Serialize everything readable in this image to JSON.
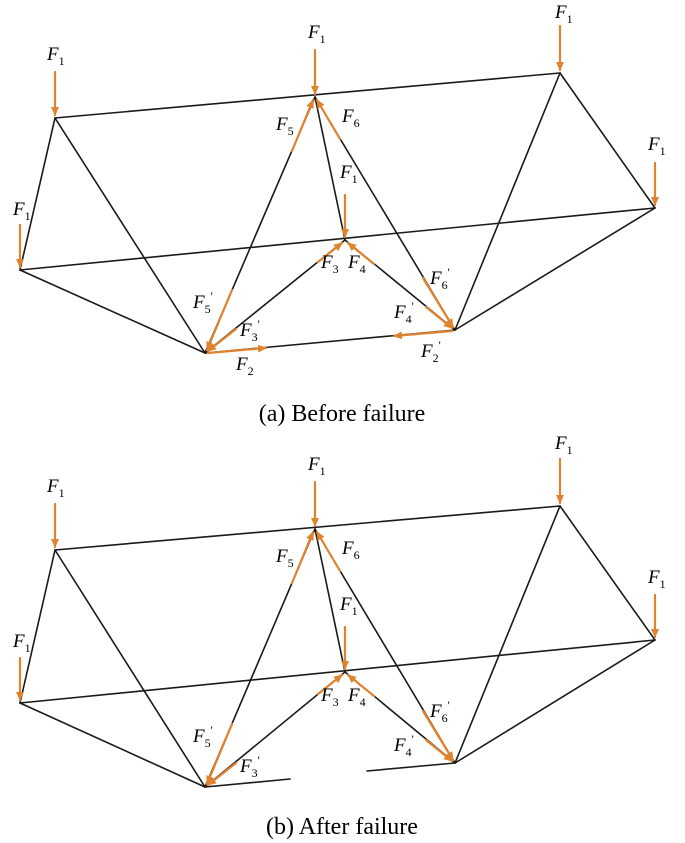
{
  "colors": {
    "members": "#1a1a1a",
    "forces": "#e0832f",
    "background": "#ffffff"
  },
  "panels": [
    {
      "id": "a",
      "caption": "(a) Before failure",
      "failed": false,
      "labels": {
        "F1": "F",
        "F1_sub": "1",
        "F2": "F",
        "F2_sub": "2",
        "F2p": "F",
        "F2p_sub": "2",
        "F2p_sup": "'",
        "F3": "F",
        "F3_sub": "3",
        "F3p": "F",
        "F3p_sub": "3",
        "F3p_sup": "'",
        "F4": "F",
        "F4_sub": "4",
        "F4p": "F",
        "F4p_sub": "4",
        "F4p_sup": "'",
        "F5": "F",
        "F5_sub": "5",
        "F5p": "F",
        "F5p_sub": "5",
        "F5p_sup": "'",
        "F6": "F",
        "F6_sub": "6",
        "F6p": "F",
        "F6p_sub": "6",
        "F6p_sup": "'"
      }
    },
    {
      "id": "b",
      "caption": "(b) After failure",
      "failed": true,
      "labels": {
        "F1": "F",
        "F1_sub": "1",
        "F3": "F",
        "F3_sub": "3",
        "F3p": "F",
        "F3p_sub": "3",
        "F3p_sup": "'",
        "F4": "F",
        "F4_sub": "4",
        "F4p": "F",
        "F4p_sub": "4",
        "F4p_sup": "'",
        "F5": "F",
        "F5_sub": "5",
        "F5p": "F",
        "F5p_sub": "5",
        "F5p_sup": "'",
        "F6": "F",
        "F6_sub": "6",
        "F6p": "F",
        "F6p_sub": "6",
        "F6p_sup": "'"
      }
    }
  ]
}
